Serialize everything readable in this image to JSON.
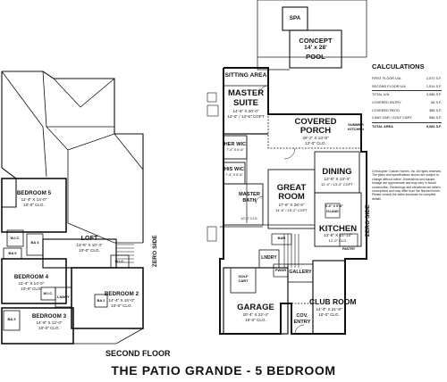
{
  "caption": "THE PATIO GRANDE - 5 BEDROOM",
  "second_floor_label": "SECOND FLOOR",
  "zero_side_left": "ZERO SIDE",
  "zero_side_right": "ZERO SIDE",
  "second_floor_rooms": {
    "bedroom5": {
      "name": "BEDROOM 5",
      "dim": "11'-4\" X 14'-0\"",
      "clg": "10'-0\" CLG."
    },
    "bedroom4": {
      "name": "BEDROOM 4",
      "dim": "11'-4\" X 14'-0\"",
      "clg": "10'-0\" CLG."
    },
    "bedroom3": {
      "name": "BEDROOM 3",
      "dim": "14'-6\" X 12'-0\"",
      "clg": "10'-0\" CLG."
    },
    "bedroom2": {
      "name": "BEDROOM 2",
      "dim": "14'-4\" X 15'-0\"",
      "clg": "10'-0\" CLG."
    },
    "loft": {
      "name": "LOFT",
      "dim": "13'-6\" X 10'-4\"",
      "clg": "10'-0\" CLG."
    },
    "wic_a": "W.I.C.",
    "wic_b": "W.I.C.",
    "wic_c": "W.I.C.",
    "ba5": "BA 5",
    "ba4": "BA 4",
    "ba3": "BA 3",
    "ba2": "BA 2",
    "lndry": "LNDRY"
  },
  "first_floor_rooms": {
    "spa": "SPA",
    "pool": {
      "name": "CONCEPT",
      "dim": "14' x 28'",
      "name2": "POOL"
    },
    "sitting": "SITTING AREA",
    "master_suite": {
      "name": "MASTER",
      "name2": "SUITE",
      "dim": "14'-6\" X 20'-0\"",
      "clg": "12'-0\" / 13'-6\" CGPT"
    },
    "covered_porch": {
      "name": "COVERED",
      "name2": "PORCH",
      "dim": "28'-2\" X 13'-8\"",
      "clg": "12'-0\" CLG."
    },
    "summer_kitchen": {
      "name": "SUMMER",
      "name2": "KITCHEN"
    },
    "her_wic": {
      "name": "HER WIC",
      "dim": "7'-4\" X 6'-6\""
    },
    "his_wic": {
      "name": "HIS WIC",
      "dim": "7'-4\" X 6'-6\""
    },
    "master_bath": {
      "name": "MASTER",
      "name2": "BATH",
      "clg": "10'-0\" CLG."
    },
    "great_room": {
      "name": "GREAT",
      "name2": "ROOM",
      "dim": "17'-6\" X 26'-5\"",
      "clg": "14'-6\" / 15'-2\" CGPT"
    },
    "dining": {
      "name": "DINING",
      "dim": "13'-8\" X 13'-4\"",
      "clg": "12'-0\" / 13'-0\" CGPT"
    },
    "kitchen": {
      "name": "KITCHEN",
      "dim": "13'-8\" X 15'-10\"",
      "clg": "12'-0\" CLG."
    },
    "island": {
      "name": "ISLAND",
      "dim": "6'-0\" X 5'-0\""
    },
    "pantry": "PANTRY",
    "bar": "BAR",
    "laundry": {
      "name": "LNDRY"
    },
    "golf_cart": {
      "name": "GOLF",
      "name2": "CART"
    },
    "garage": {
      "name": "GARAGE",
      "dim": "20'-4\" X 22'-4\"",
      "clg": "10'-0\" CLG."
    },
    "powder": {
      "name": "PWDR"
    },
    "gallery": "GALLERY",
    "club_room": {
      "name": "CLUB ROOM",
      "dim": "14'-4\" X 21'-8\"",
      "clg": "10'-0\" CLG."
    },
    "cov_entry": {
      "name": "COV.",
      "name2": "ENTRY"
    }
  },
  "calculations": {
    "title": "CALCULATIONS",
    "rows": [
      {
        "label": "FIRST FLOOR U/A",
        "value": "2,572 S.F.",
        "style": ""
      },
      {
        "label": "SECOND FLOOR U/A",
        "value": "1,514 S.F.",
        "style": ""
      },
      {
        "label": "TOTAL U/A",
        "value": "4,086 S.F.",
        "style": "sep"
      },
      {
        "label": "COVERED ENTRY",
        "value": "56 S.F.",
        "style": ""
      },
      {
        "label": "COVERED PATIO",
        "value": "385 S.F.",
        "style": ""
      },
      {
        "label": "2 BAY GAR / GOLF CART",
        "value": "556 S.F.",
        "style": ""
      },
      {
        "label": "TOTAL AREA",
        "value": "5,083 S.F.",
        "style": "tot"
      }
    ]
  },
  "disclaimer": "Christopher Custom Homes, Inc. All rights reserved. The plans and specifications shown are subject to change without notice. Dimensions and square footage are approximate and may vary in actual construction. Renderings and elevations are artist's conceptions and may differ from the finished home. Please consult the sales associate for complete details."
}
